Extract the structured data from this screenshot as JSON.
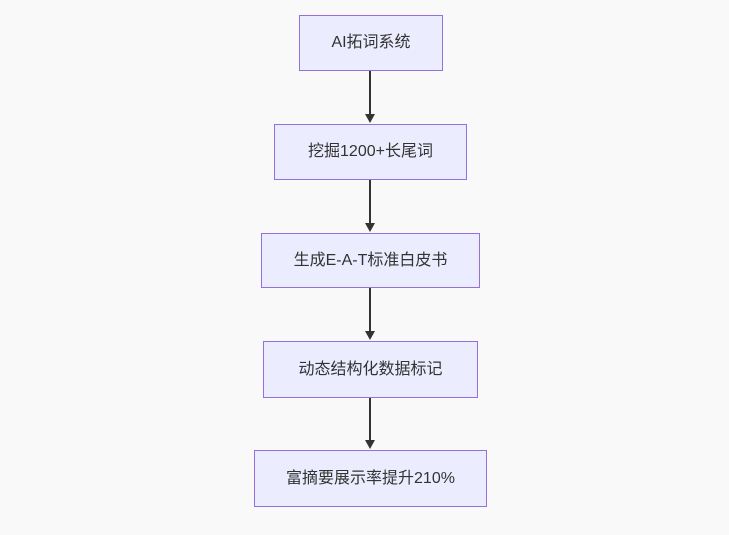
{
  "flowchart": {
    "type": "flowchart-top-down",
    "nodes": [
      {
        "id": "A",
        "label": "AI拓词系统"
      },
      {
        "id": "B",
        "label": "挖掘1200+长尾词"
      },
      {
        "id": "C",
        "label": "生成E-A-T标准白皮书"
      },
      {
        "id": "D",
        "label": "动态结构化数据标记"
      },
      {
        "id": "E",
        "label": "富摘要展示率提升210%"
      }
    ],
    "edges": [
      {
        "from": "A",
        "to": "B",
        "arrow": "down"
      },
      {
        "from": "B",
        "to": "C",
        "arrow": "down"
      },
      {
        "from": "C",
        "to": "D",
        "arrow": "down"
      },
      {
        "from": "D",
        "to": "E",
        "arrow": "down"
      }
    ],
    "colors": {
      "node_fill": "#ECECFF",
      "node_border": "#9370DB",
      "edge_stroke": "#333333",
      "text": "#333333",
      "background": "#f9f9f9"
    }
  }
}
